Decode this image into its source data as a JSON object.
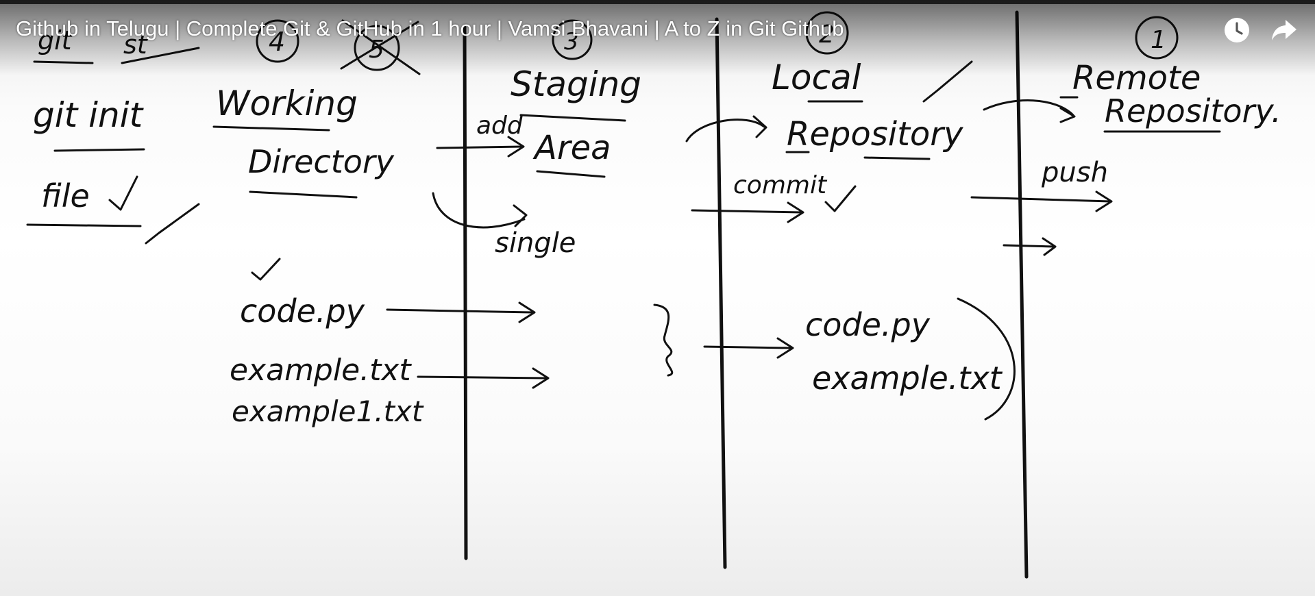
{
  "video": {
    "title": "Github in Telugu | Complete Git & GitHub in 1 hour | Vamsi Bhavani | A to Z in Git Github"
  },
  "controls": {
    "watch_later_icon": "clock-icon",
    "share_icon": "share-arrow-icon"
  },
  "board": {
    "left_notes": {
      "git": "git",
      "stage_label": "st",
      "git_init": "git init",
      "file": "file"
    },
    "numbers": {
      "working": "4",
      "crossed": "5",
      "staging": "3",
      "local": "2",
      "remote": "1"
    },
    "columns": {
      "working": [
        "Working",
        "Directory"
      ],
      "staging": [
        "Staging",
        "Area"
      ],
      "local": [
        "Local",
        "Repository"
      ],
      "remote": [
        "Remote",
        "Repository."
      ]
    },
    "commands": {
      "add": "add",
      "single": "single",
      "commit": "commit",
      "push": "push"
    },
    "working_files": [
      "code.py",
      "example.txt",
      "example1.txt"
    ],
    "repo_files": [
      "code.py",
      "example.txt"
    ]
  }
}
